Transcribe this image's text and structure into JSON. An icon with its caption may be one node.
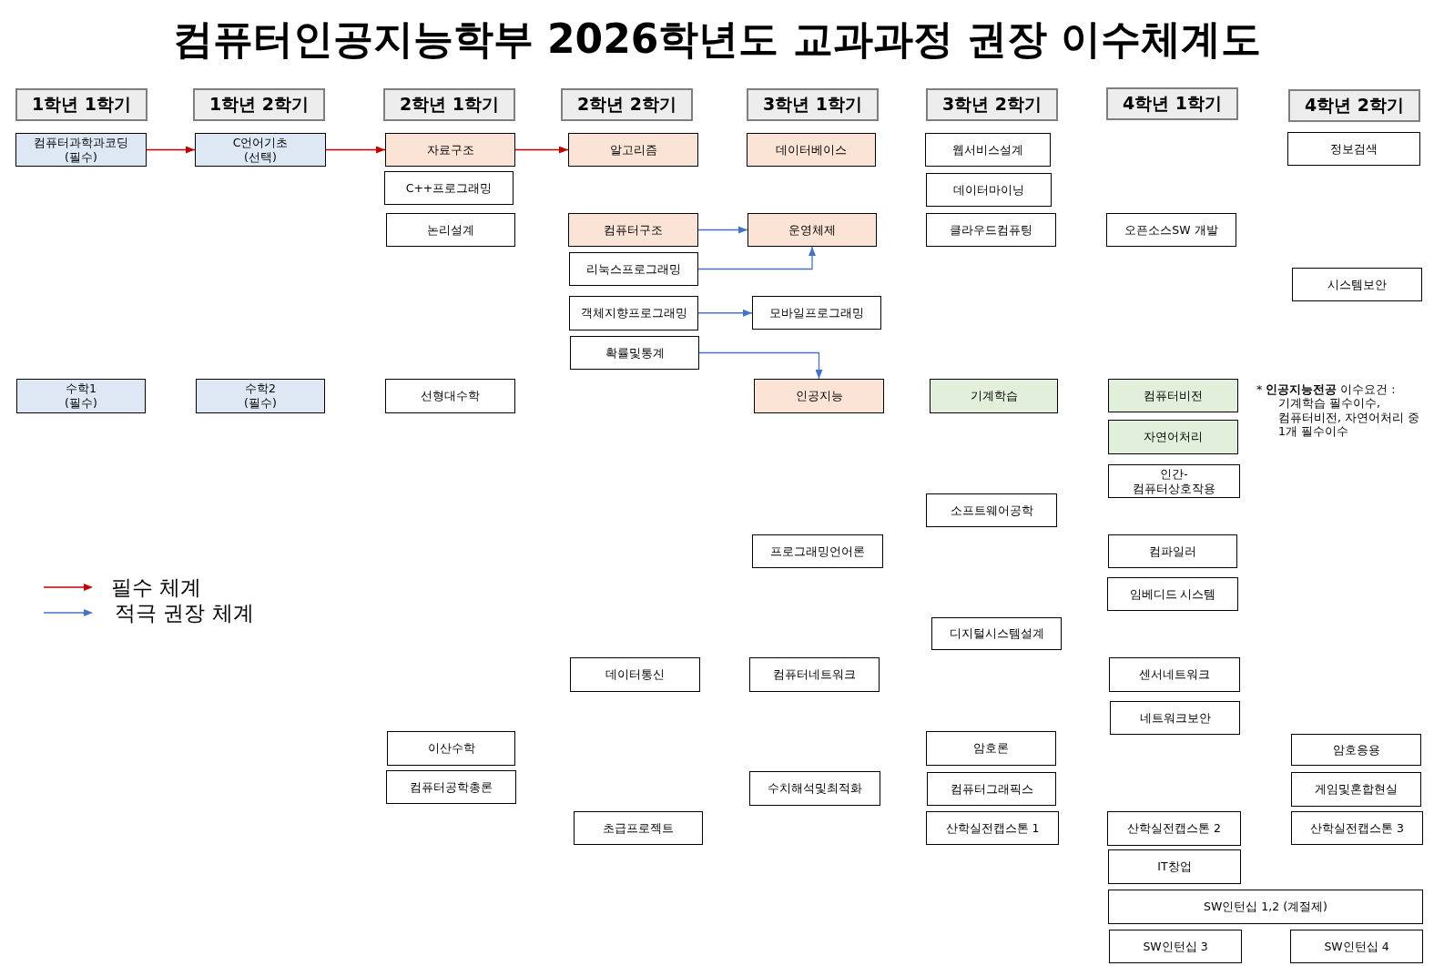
{
  "diagram": {
    "title": "컴퓨터인공지능학부 2026학년도 교과과정 권장 이수체계도",
    "nodes": [
      {
        "text": [
          "1학년 1학기"
        ]
      },
      {
        "text": [
          "1학년 2학기"
        ]
      },
      {
        "text": [
          "2학년 1학기"
        ]
      },
      {
        "text": [
          "2학년 2학기"
        ]
      },
      {
        "text": [
          "3학년 1학기"
        ]
      },
      {
        "text": [
          "3학년 2학기"
        ]
      },
      {
        "text": [
          "4학년 1학기"
        ]
      },
      {
        "text": [
          "4학년 2학기"
        ]
      },
      {
        "text": [
          "컴퓨터과학과코딩 (필수)"
        ]
      },
      {
        "text": [
          "C언어기초 (선택)"
        ]
      },
      {
        "text": [
          "자료구조"
        ]
      },
      {
        "text": [
          "알고리즘"
        ]
      },
      {
        "text": [
          "데이터베이스"
        ]
      },
      {
        "text": [
          "웹서비스설계"
        ]
      },
      {
        "text": [
          "정보검색"
        ]
      },
      {
        "text": [
          "C++프로그래밍"
        ]
      },
      {
        "text": [
          "데이터마이닝"
        ]
      },
      {
        "text": [
          "논리설계"
        ]
      },
      {
        "text": [
          "컴퓨터구조"
        ]
      },
      {
        "text": [
          "운영체제"
        ]
      },
      {
        "text": [
          "클라우드컴퓨팅"
        ]
      },
      {
        "text": [
          "오픈소스SW 개발"
        ]
      },
      {
        "text": [
          "리눅스프로그래밍"
        ]
      },
      {
        "text": [
          "시스템보안"
        ]
      },
      {
        "text": [
          "객체지향프로그래밍"
        ]
      },
      {
        "text": [
          "모바일프로그래밍"
        ]
      },
      {
        "text": [
          "확률및통계"
        ]
      },
      {
        "text": [
          "수학1 (필수)"
        ]
      },
      {
        "text": [
          "수학2 (필수)"
        ]
      },
      {
        "text": [
          "선형대수학"
        ]
      },
      {
        "text": [
          "인공지능"
        ]
      },
      {
        "text": [
          "기계학습"
        ]
      },
      {
        "text": [
          "컴퓨터비전"
        ]
      },
      {
        "text": [
          "자연어처리"
        ]
      },
      {
        "text": [
          "인간-컴퓨터상호작용"
        ]
      },
      {
        "text": [
          "소프트웨어공학"
        ]
      },
      {
        "text": [
          "프로그래밍언어론"
        ]
      },
      {
        "text": [
          "컴파일러"
        ]
      },
      {
        "text": [
          "임베디드 시스템"
        ]
      },
      {
        "text": [
          "디지털시스템설계"
        ]
      },
      {
        "text": [
          "데이터통신"
        ]
      },
      {
        "text": [
          "컴퓨터네트워크"
        ]
      },
      {
        "text": [
          "센서네트워크"
        ]
      },
      {
        "text": [
          "네트워크보안"
        ]
      },
      {
        "text": [
          "이산수학"
        ]
      },
      {
        "text": [
          "암호론"
        ]
      },
      {
        "text": [
          "암호응용"
        ]
      },
      {
        "text": [
          "컴퓨터공학총론"
        ]
      },
      {
        "text": [
          "수치해석및최적화"
        ]
      },
      {
        "text": [
          "컴퓨터그래픽스"
        ]
      },
      {
        "text": [
          "게임및혼합현실"
        ]
      },
      {
        "text": [
          "초급프로젝트"
        ]
      },
      {
        "text": [
          "산학실전캡스톤 1"
        ]
      },
      {
        "text": [
          "산학실전캡스톤 2"
        ]
      },
      {
        "text": [
          "산학실전캡스톤 3"
        ]
      },
      {
        "text": [
          "IT창업"
        ]
      },
      {
        "text": [
          "SW인턴십 1,2 (계절제)"
        ]
      },
      {
        "text": [
          "SW인턴십 3"
        ]
      },
      {
        "text": [
          "SW인턴십 4"
        ]
      }
    ],
    "edges": [
      {
        "from": 8,
        "to": 9,
        "arrow": "to",
        "color": "#c00000"
      },
      {
        "from": 9,
        "to": 10,
        "arrow": "to",
        "color": "#c00000"
      },
      {
        "from": 10,
        "to": 11,
        "arrow": "to",
        "color": "#c00000"
      },
      {
        "from": 18,
        "to": 19,
        "arrow": "to",
        "color": "#4472c4"
      },
      {
        "from": 22,
        "to": 19,
        "arrow": "to",
        "color": "#4472c4"
      },
      {
        "from": 24,
        "to": 25,
        "arrow": "to",
        "color": "#4472c4"
      },
      {
        "from": 26,
        "to": 30,
        "arrow": "to",
        "color": "#4472c4"
      }
    ],
    "labels": [
      "* **인공지능전공** 이수요건 : 기계학습 필수이수, 컴퓨터비전, 자연어처리 중 1개 필수이수"
    ],
    "legend": [
      {
        "text": "필수 체계"
      },
      {
        "text": "적극 권장 체계"
      }
    ]
  }
}
